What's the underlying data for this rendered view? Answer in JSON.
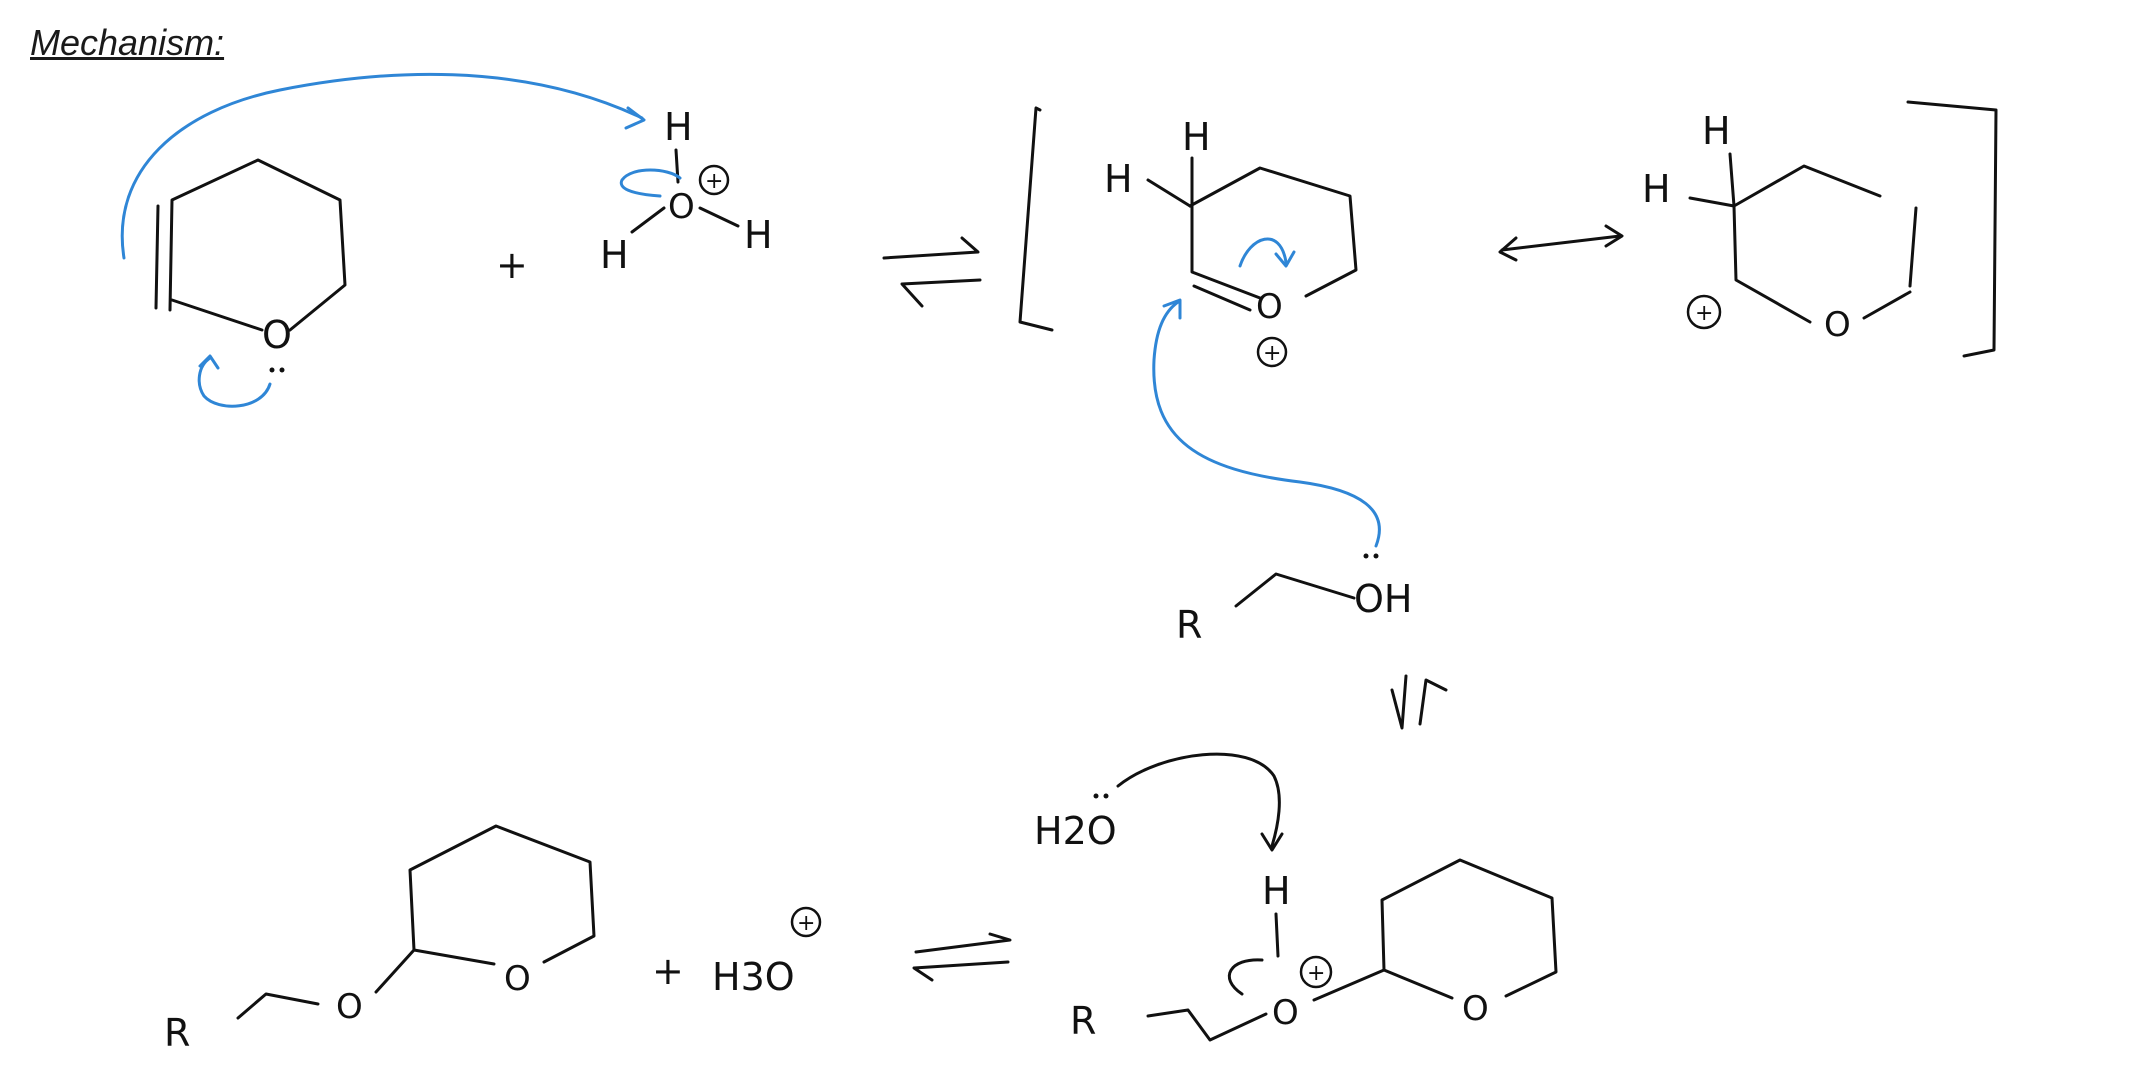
{
  "page": {
    "heading": "Mechanism:"
  },
  "labels": {
    "h": "H",
    "o": "O",
    "plus": "+",
    "charge": "+",
    "r": "R",
    "oh": "OH",
    "h2o": "H2O",
    "h3o": "H3O"
  },
  "colors": {
    "ink": "#111111",
    "curved_arrow": "#2f86d6"
  },
  "icons": {
    "equilibrium": "equilibrium-arrows",
    "resonance": "double-headed-arrow",
    "curved_arrow": "electron-pushing-arrow"
  }
}
